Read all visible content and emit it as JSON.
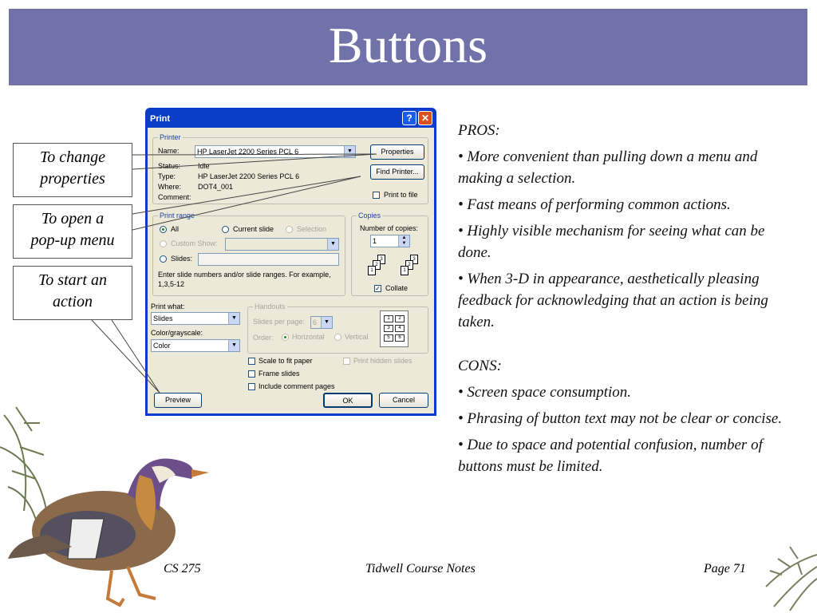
{
  "slide": {
    "title": "Buttons"
  },
  "callouts": [
    {
      "line1": "To change",
      "line2": "properties"
    },
    {
      "line1": "To open a",
      "line2": "pop-up menu"
    },
    {
      "line1": "To start an",
      "line2": "action"
    }
  ],
  "dialog": {
    "title": "Print",
    "help_glyph": "?",
    "close_glyph": "✕",
    "printer_group": "Printer",
    "name_label": "Name:",
    "name_value": "HP LaserJet 2200 Series PCL 6",
    "status_label": "Status:",
    "status_value": "Idle",
    "type_label": "Type:",
    "type_value": "HP LaserJet 2200 Series PCL 6",
    "where_label": "Where:",
    "where_value": "DOT4_001",
    "comment_label": "Comment:",
    "comment_value": "",
    "properties_button": "Properties",
    "find_printer_button": "Find Printer...",
    "print_to_file": "Print to file",
    "print_range_group": "Print range",
    "all_option": "All",
    "current_slide_option": "Current slide",
    "selection_option": "Selection",
    "custom_show_option": "Custom Show:",
    "slides_option": "Slides:",
    "slides_hint_line1": "Enter slide numbers and/or slide ranges. For example,",
    "slides_hint_line2": "1,3,5-12",
    "copies_group": "Copies",
    "number_of_copies_label": "Number of copies:",
    "copies_value": "1",
    "collate_label": "Collate",
    "print_what_label": "Print what:",
    "print_what_value": "Slides",
    "color_label": "Color/grayscale:",
    "color_value": "Color",
    "handouts_group": "Handouts",
    "slides_per_page_label": "Slides per page:",
    "slides_per_page_value": "6",
    "order_label": "Order:",
    "horizontal_option": "Horizontal",
    "vertical_option": "Vertical",
    "handout_cells": [
      "1",
      "2",
      "3",
      "4",
      "5",
      "6"
    ],
    "scale_to_fit": "Scale to fit paper",
    "frame_slides": "Frame slides",
    "include_comment": "Include comment pages",
    "print_hidden": "Print hidden slides",
    "preview_button": "Preview",
    "ok_button": "OK",
    "cancel_button": "Cancel",
    "stack_numbers": [
      "1",
      "2",
      "3"
    ]
  },
  "pros": {
    "heading": "PROS:",
    "items": [
      "• More convenient than pulling down a menu and making a selection.",
      "• Fast means of performing common actions.",
      "• Highly visible mechanism for seeing what can be done.",
      "• When 3-D in appearance, aesthetically pleasing feedback for acknowledging that an action is being taken."
    ]
  },
  "cons": {
    "heading": "CONS:",
    "items": [
      "• Screen space consumption.",
      "• Phrasing of button text may not be clear or concise.",
      "• Due to space and potential confusion, number of buttons must be limited."
    ]
  },
  "footer": {
    "course": "CS 275",
    "notes": "Tidwell Course Notes",
    "page": "Page 71"
  },
  "colors": {
    "title_bar": "#7272aa",
    "dialog_title": "#0a3ec8",
    "dialog_body": "#ece9d8"
  }
}
